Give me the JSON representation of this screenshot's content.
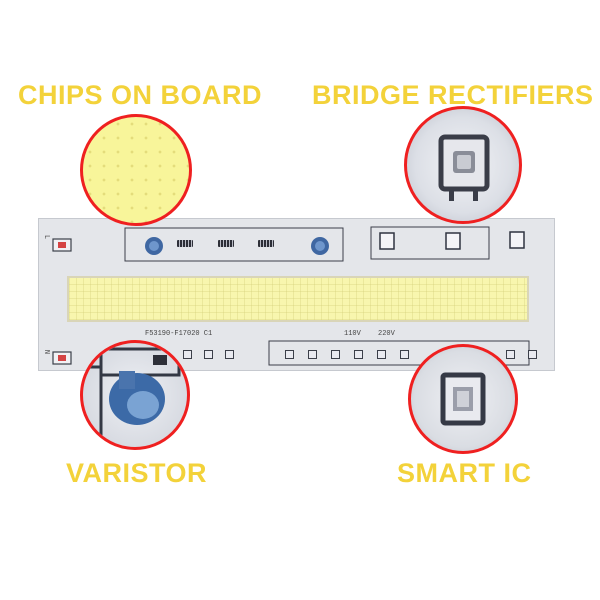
{
  "labels": {
    "chips": "CHIPS ON BOARD",
    "bridge": "BRIDGE RECTIFIERS",
    "varistor": "VARISTOR",
    "smart": "SMART IC"
  },
  "board": {
    "part_number": "F53190-F17020 C1",
    "voltage_110": "110V",
    "voltage_220": "220V",
    "pin_l": "L",
    "pin_n": "N"
  },
  "colors": {
    "label": "#f3d23a",
    "highlight_ring": "#ef2020",
    "cob": "#f8f6ae",
    "board": "#e4e6ea"
  }
}
